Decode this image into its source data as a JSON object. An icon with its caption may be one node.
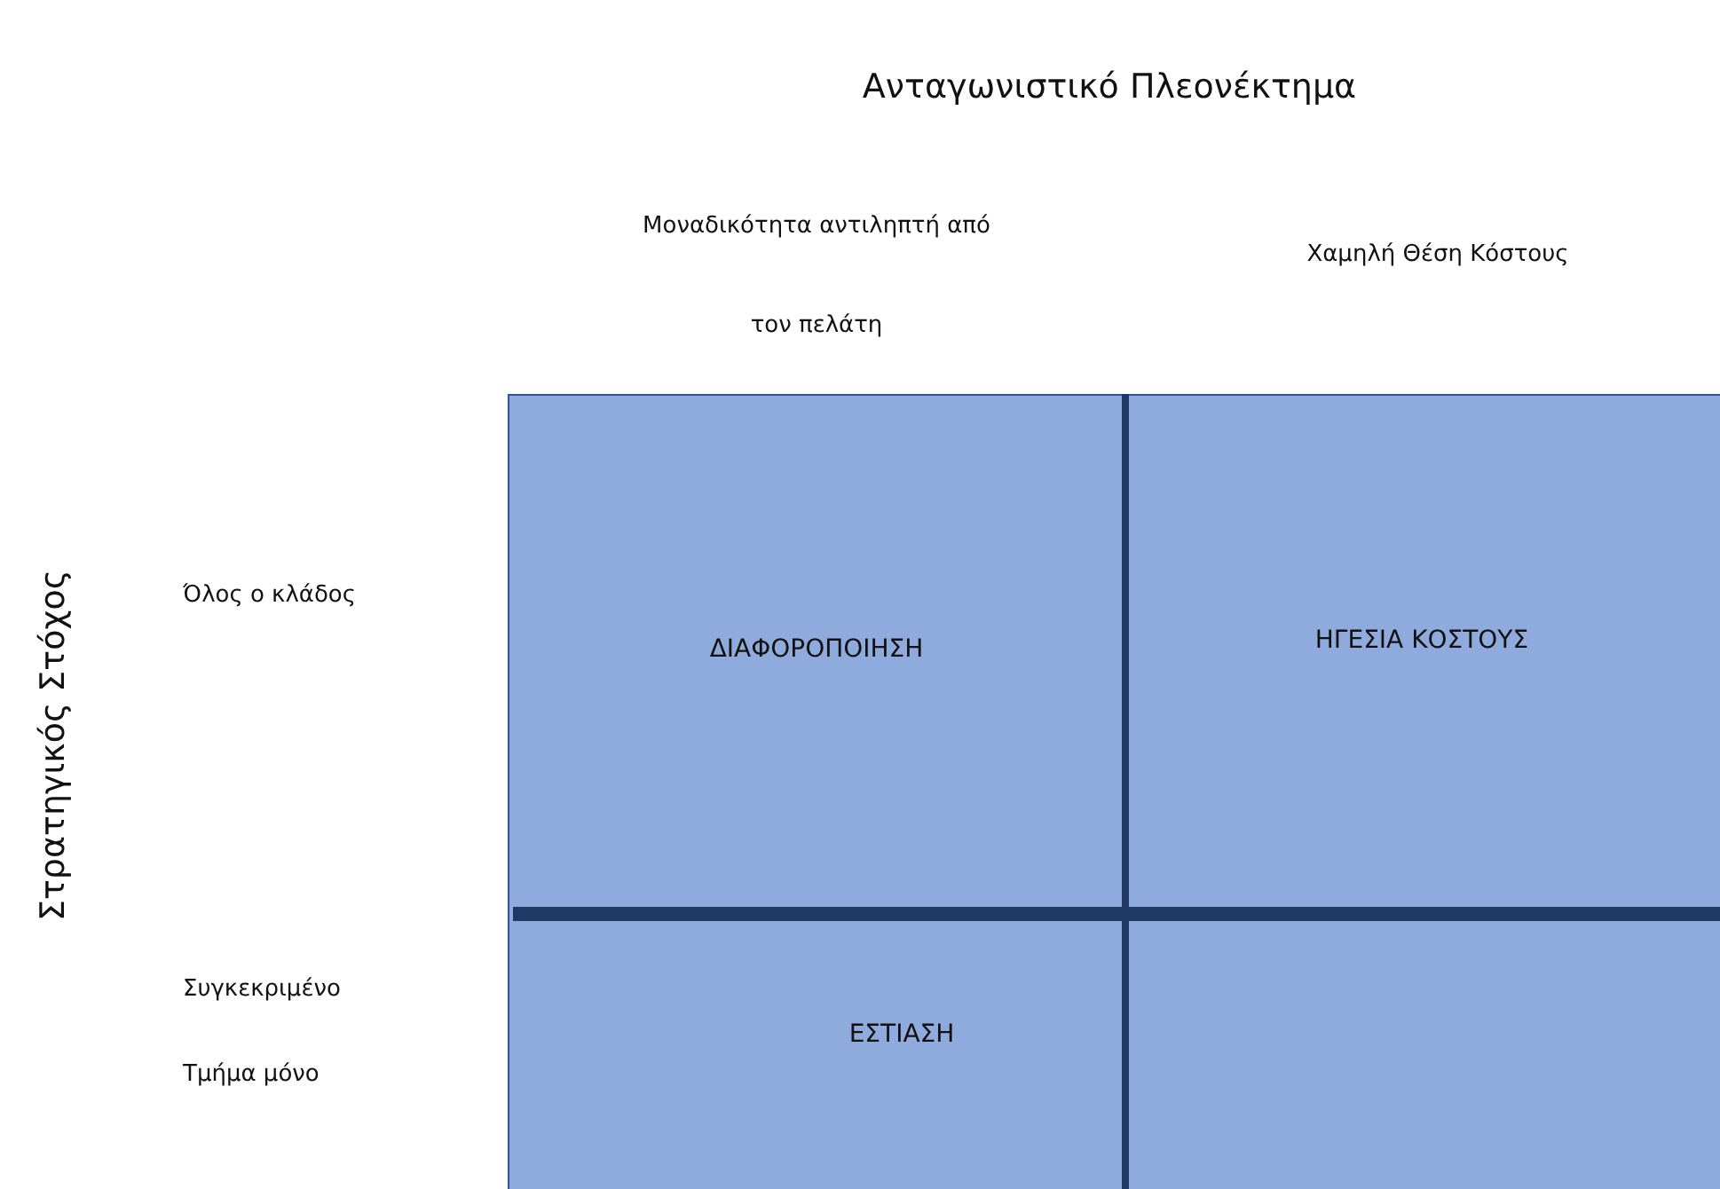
{
  "diagram": {
    "title": "Ανταγωνιστικό Πλεονέκτημα",
    "nodes": [
      {
        "text": [
          "ΔΙΑΦΟΡΟΠΟΙΗΣΗ"
        ]
      },
      {
        "text": [
          "ΗΓΕΣΙΑ ΚΟΣΤΟΥΣ"
        ]
      },
      {
        "text": [
          "ΕΣΤΙΑΣΗ"
        ]
      }
    ],
    "labels": [
      "Μοναδικότητα αντιληπτή από τον πελάτη",
      "Χαμηλή Θέση Κόστους",
      "Στρατηγικός Στόχος",
      "Όλος ο κλάδος",
      "Συγκεκριμένο Τμήμα μόνο"
    ]
  }
}
